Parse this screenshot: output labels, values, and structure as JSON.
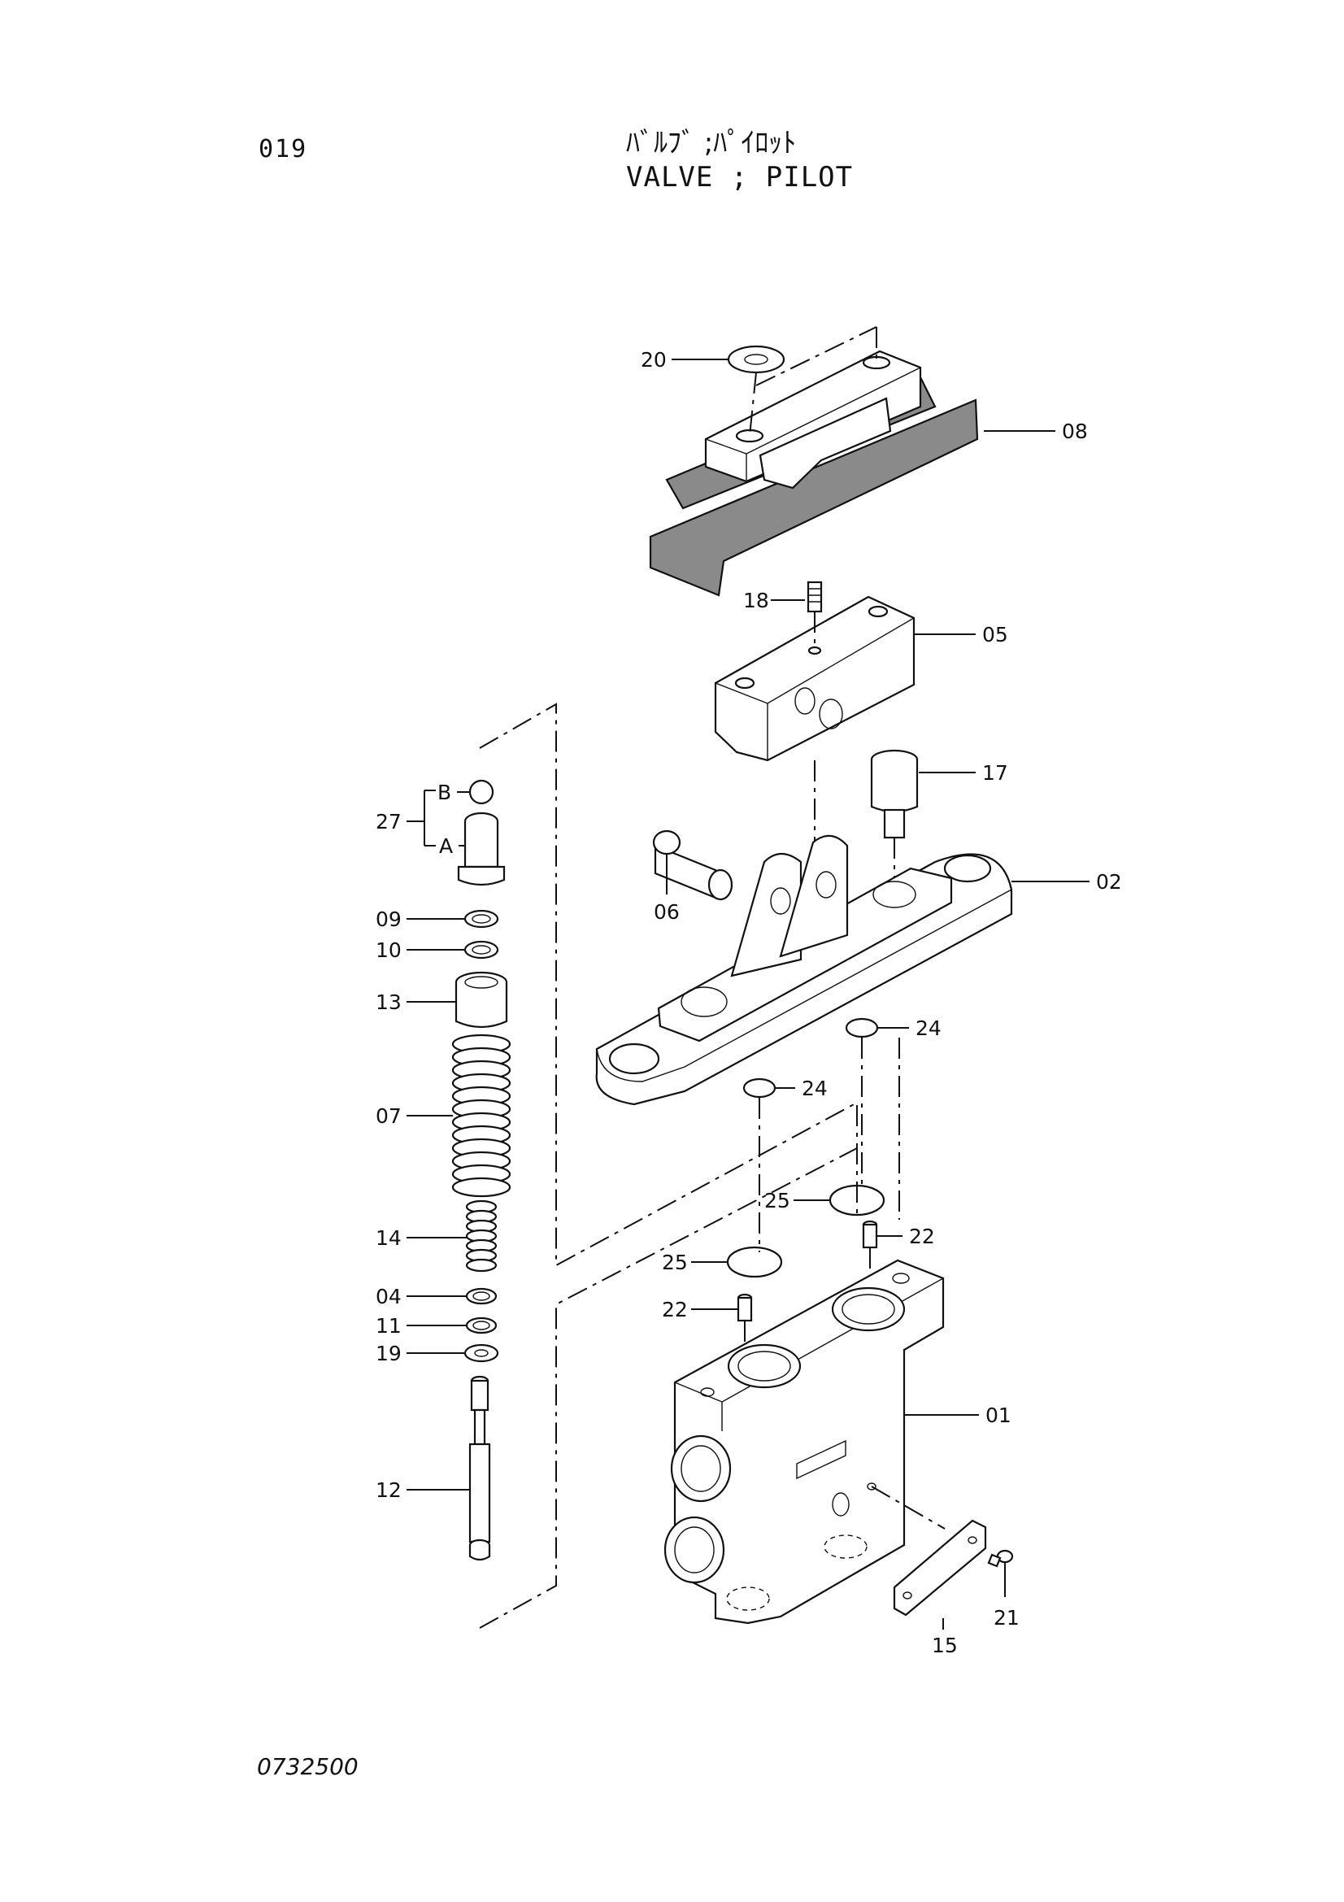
{
  "header": {
    "page_number": "019",
    "title_jp": "ﾊﾞﾙﾌﾞ ;ﾊﾟｲﾛｯﾄ",
    "title_en": "VALVE  ; PILOT"
  },
  "footer": {
    "drawing_code": "0732500"
  },
  "callouts": {
    "p01": "01",
    "p02": "02",
    "p04": "04",
    "p05": "05",
    "p06": "06",
    "p07": "07",
    "p08": "08",
    "p09": "09",
    "p10": "10",
    "p11": "11",
    "p12": "12",
    "p13": "13",
    "p14": "14",
    "p15": "15",
    "p17": "17",
    "p18": "18",
    "p19": "19",
    "p20": "20",
    "p21": "21",
    "p22a": "22",
    "p22b": "22",
    "p24a": "24",
    "p24b": "24",
    "p25a": "25",
    "p25b": "25",
    "p27": "27",
    "sub_a": "A",
    "sub_b": "B"
  }
}
